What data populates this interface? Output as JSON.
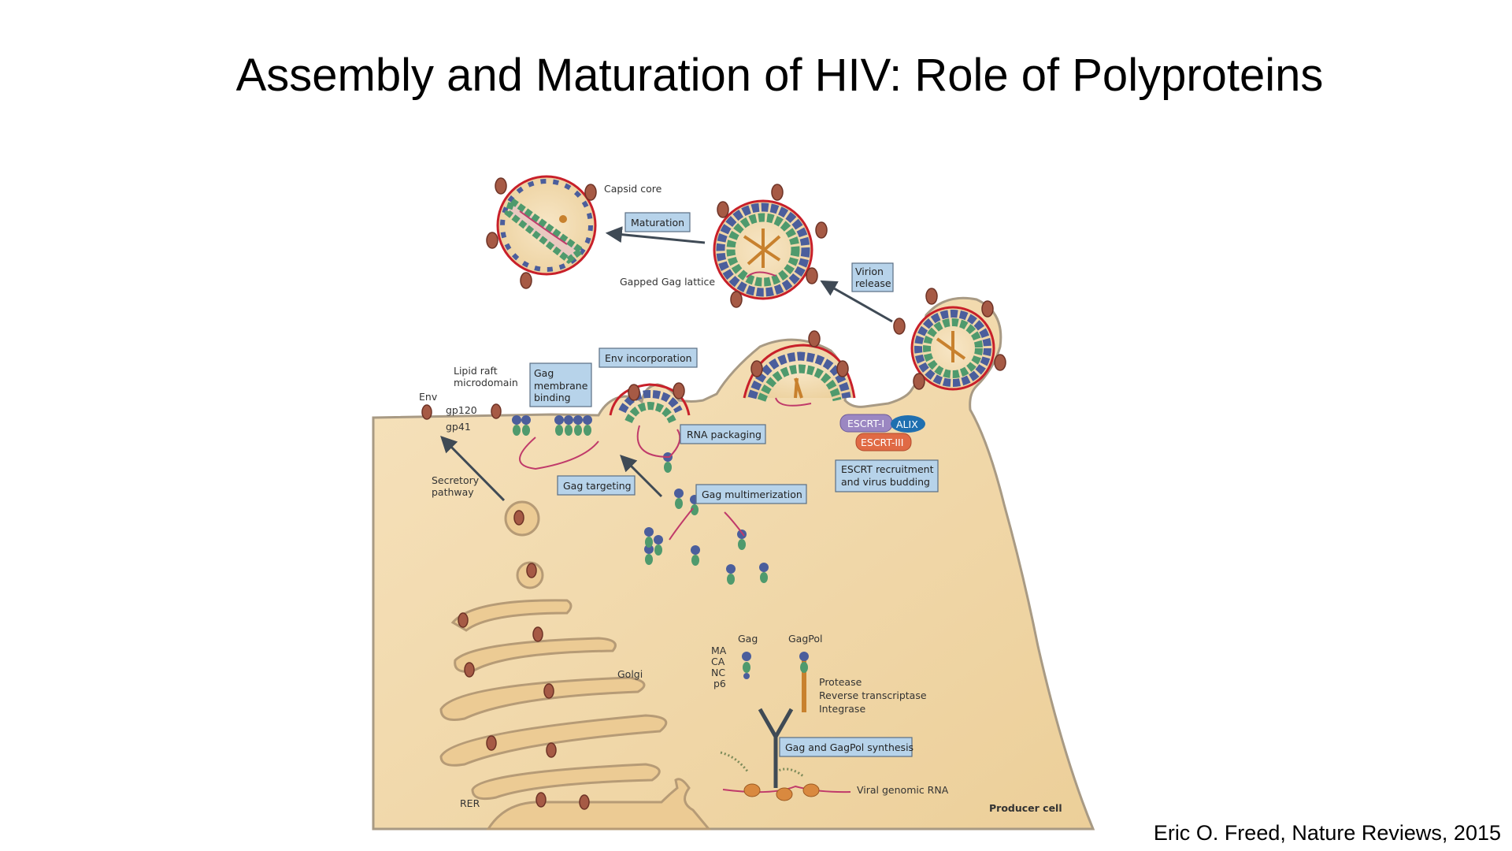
{
  "slide": {
    "title": "Assembly and Maturation of HIV:  Role of Polyproteins",
    "citation": "Eric O. Freed, Nature Reviews, 2015"
  },
  "figure": {
    "labels": {
      "capsid_core": "Capsid core",
      "gapped_gag_lattice": "Gapped Gag lattice",
      "lipid_raft_1": "Lipid raft",
      "lipid_raft_2": "microdomain",
      "env": "Env",
      "gp120": "gp120",
      "gp41": "gp41",
      "secretory_1": "Secretory",
      "secretory_2": "pathway",
      "golgi": "Golgi",
      "rer": "RER",
      "gag": "Gag",
      "gagpol": "GagPol",
      "ma": "MA",
      "ca": "CA",
      "nc": "NC",
      "p6": "p6",
      "protease": "Protease",
      "reverse_transcriptase": "Reverse transcriptase",
      "integrase": "Integrase",
      "viral_genomic_rna": "Viral genomic RNA",
      "producer_cell": "Producer cell",
      "escrt_i": "ESCRT-I",
      "alix": "ALIX",
      "escrt_iii": "ESCRT-III"
    },
    "boxes": {
      "maturation": "Maturation",
      "virion_release_1": "Virion",
      "virion_release_2": "release",
      "env_incorporation": "Env incorporation",
      "gag_membrane_1": "Gag",
      "gag_membrane_2": "membrane",
      "gag_membrane_3": "binding",
      "rna_packaging": "RNA packaging",
      "gag_targeting": "Gag targeting",
      "gag_multimerization": "Gag multimerization",
      "escrt_1": "ESCRT recruitment",
      "escrt_2": "and virus budding",
      "synthesis": "Gag and GagPol synthesis"
    },
    "colors": {
      "cytoplasm": "#f2d8a8",
      "membrane": "#a89a84",
      "label_box": "#b7d3ea",
      "env_spike": "#a65a45",
      "ma_blue": "#4b5e9c",
      "ca_green": "#4f9a6d",
      "red_ring": "#c8202a",
      "rna": "#c03a6a",
      "escrt_i": "#9b87c2",
      "alix": "#1f6fb0",
      "escrt_iii": "#e06a45"
    }
  }
}
